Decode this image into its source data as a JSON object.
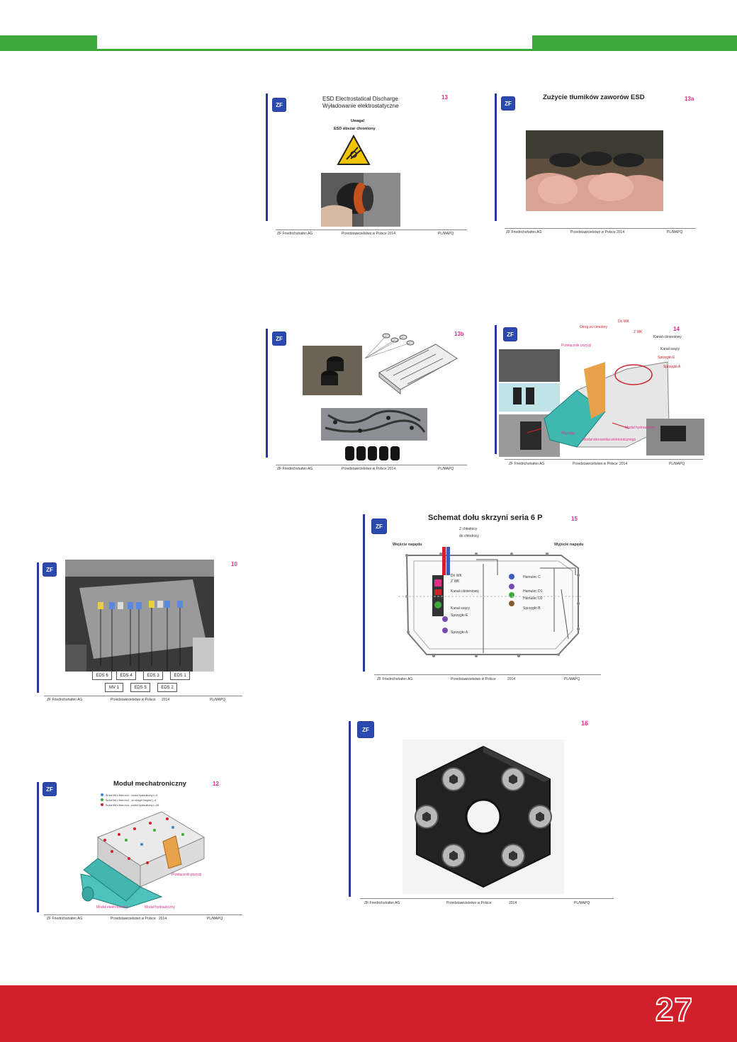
{
  "page_number": "27",
  "footer_common": {
    "company": "ZF Friedrichshafen AG",
    "office": "Przedstawicielstwo w Polsce",
    "year": "2014",
    "code": "PL/MAPQ"
  },
  "slides": {
    "s13": {
      "num": "13",
      "title1": "ESD Electrostatical Discharge",
      "title2": "Wyładowanie elektrostatyczne",
      "warn1": "Uwaga!",
      "warn2": "ESD obszar chroniony"
    },
    "s13a": {
      "num": "13a",
      "title": "Zużycie tłumików zaworów ESD"
    },
    "s13b": {
      "num": "13b"
    },
    "s14": {
      "num": "14",
      "labels": [
        "Olrog zu clmotory",
        "Do WK",
        "Z WK",
        "Kanał ciśnieniowy",
        "Kanał ssący",
        "Sprzęgło E",
        "Sprzęgło A",
        "Przełącznik pozycji",
        "Wtyczka",
        "Moduł sterownika elektronicznego",
        "Moduł hydrauliczny"
      ]
    },
    "s10": {
      "num": "10",
      "boxes_top": [
        "EDS 6",
        "EDS 4",
        "EDS 3",
        "EDS 1"
      ],
      "boxes_bottom": [
        "MV 1",
        "EDS 5",
        "EDS 2"
      ]
    },
    "s15": {
      "num": "15",
      "title": "Schemat dołu skrzyni seria 6 P",
      "left_label": "Wejście napędu",
      "right_label": "Wyjście napędu",
      "labels": [
        "Z chłodnicy",
        "do chłodnicy",
        "Do WK",
        "Z WK",
        "Kanał ciśnieniowy",
        "Kanał ssący",
        "Sprzęgło E",
        "Sprzęgło A",
        "Hamulec C",
        "Hamulec D1",
        "Hamulec D2",
        "Sprzęgło B"
      ]
    },
    "s16": {
      "num": "16"
    },
    "s12": {
      "num": "12",
      "title": "Moduł mechatroniczny",
      "legend": [
        "Śruba M6 z łbem torx - moduł hydrauliczny L=4",
        "Śruba M6 z łbem torx - do skrzyni biegów L=4",
        "Śruba M6 z łbem torx - moduł hydrauliczny L=28"
      ],
      "labels": [
        "Przełącznik pozycji",
        "Moduł elektroniczny",
        "Moduł hydrauliczny"
      ]
    }
  },
  "colors": {
    "green": "#3fa83a",
    "red": "#d0202a",
    "accent_pink": "#e0308a",
    "zf_blue": "#2a3a9a"
  }
}
